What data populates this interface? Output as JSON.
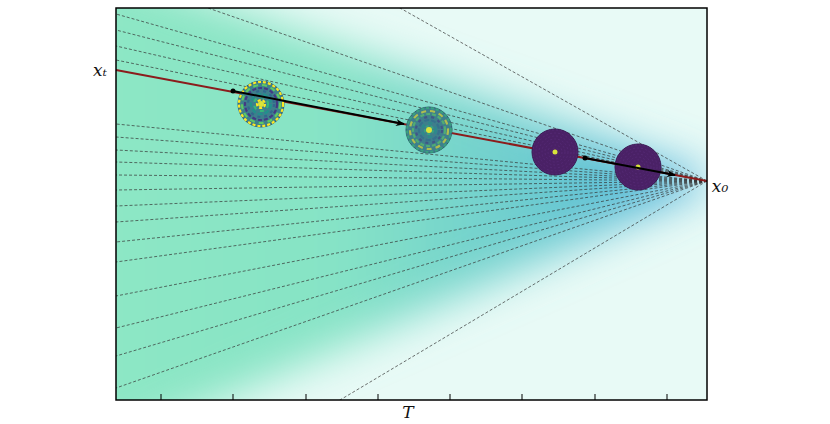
{
  "diagram": {
    "labels": [
      "xₜ",
      "x₀",
      "T"
    ]
  }
}
